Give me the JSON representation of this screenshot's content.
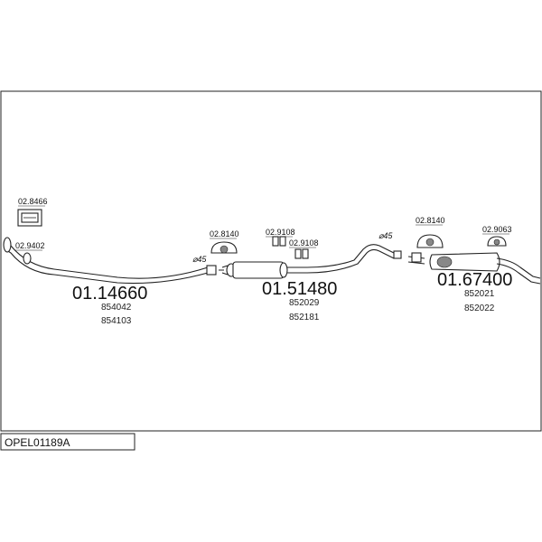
{
  "reference": "OPEL01189A",
  "sections": [
    {
      "part_number": "01.14660",
      "oem": [
        "854042",
        "854103"
      ]
    },
    {
      "part_number": "01.51480",
      "oem": [
        "852029",
        "852181"
      ]
    },
    {
      "part_number": "01.67400",
      "oem": [
        "852021",
        "852022"
      ]
    }
  ],
  "accessories": {
    "bracket_front": "02.8466",
    "gasket_front": "02.9402",
    "hanger_mid": "02.8140",
    "rubber_a": "02.9108",
    "rubber_b": "02.9108",
    "hanger_rear": "02.8140",
    "rubber_rear": "02.9063"
  },
  "diameters": [
    "⌀45",
    "⌀45"
  ]
}
